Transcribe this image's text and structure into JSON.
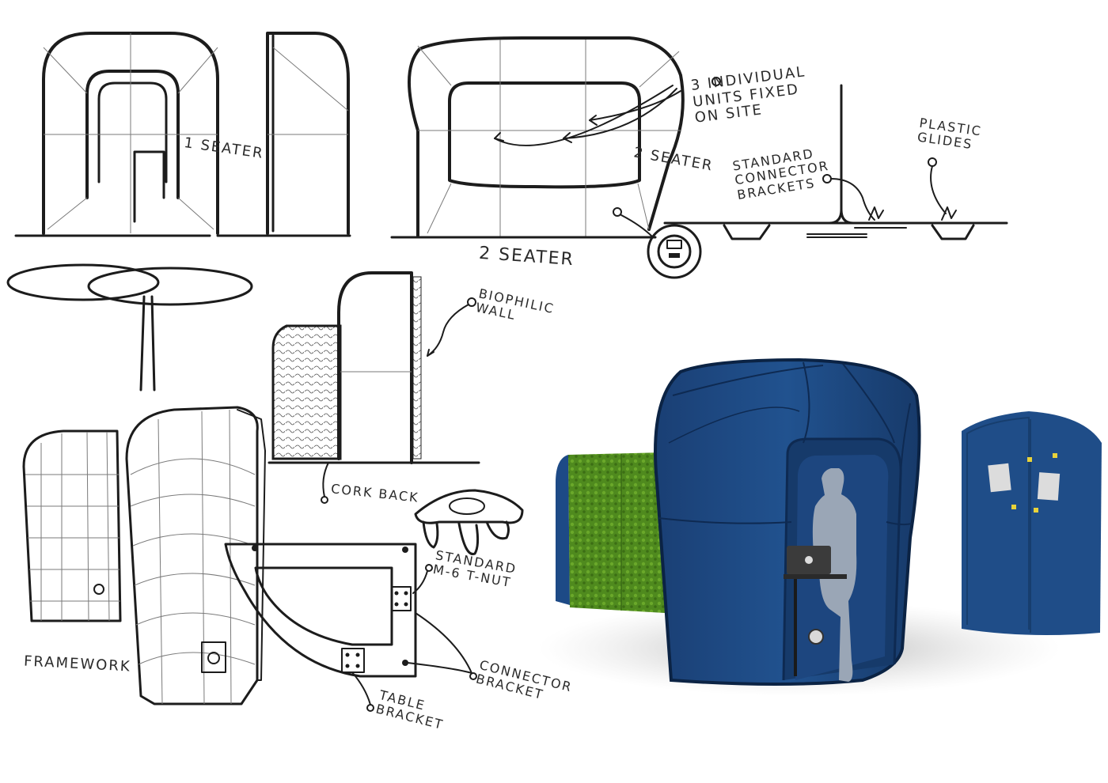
{
  "labels": {
    "one_seater": "1 SEATER",
    "two_seater_side": "2 SEATER",
    "two_seater_main": "2 SEATER",
    "individual_units": "3 INDIVIDUAL\nUNITS FIXED\nON SITE",
    "standard_connector": "STANDARD\nCONNECTOR\nBRACKETS",
    "plastic_glides": "PLASTIC\nGLIDES",
    "biophilic_wall": "BIOPHILIC\nWALL",
    "cork_back": "CORK BACK",
    "framework": "FRAMEWORK",
    "standard_tnut": "STANDARD\nM-6 T-NUT",
    "connector_bracket": "CONNECTOR\nBRACKET",
    "table_bracket": "TABLE\nBRACKET"
  },
  "colors": {
    "pod_blue": "#1d4a86",
    "pod_blue_dark": "#102c55",
    "moss_green": "#4f8a1e",
    "figure_grey": "#9aa6b6",
    "ink": "#1c1c1c"
  }
}
